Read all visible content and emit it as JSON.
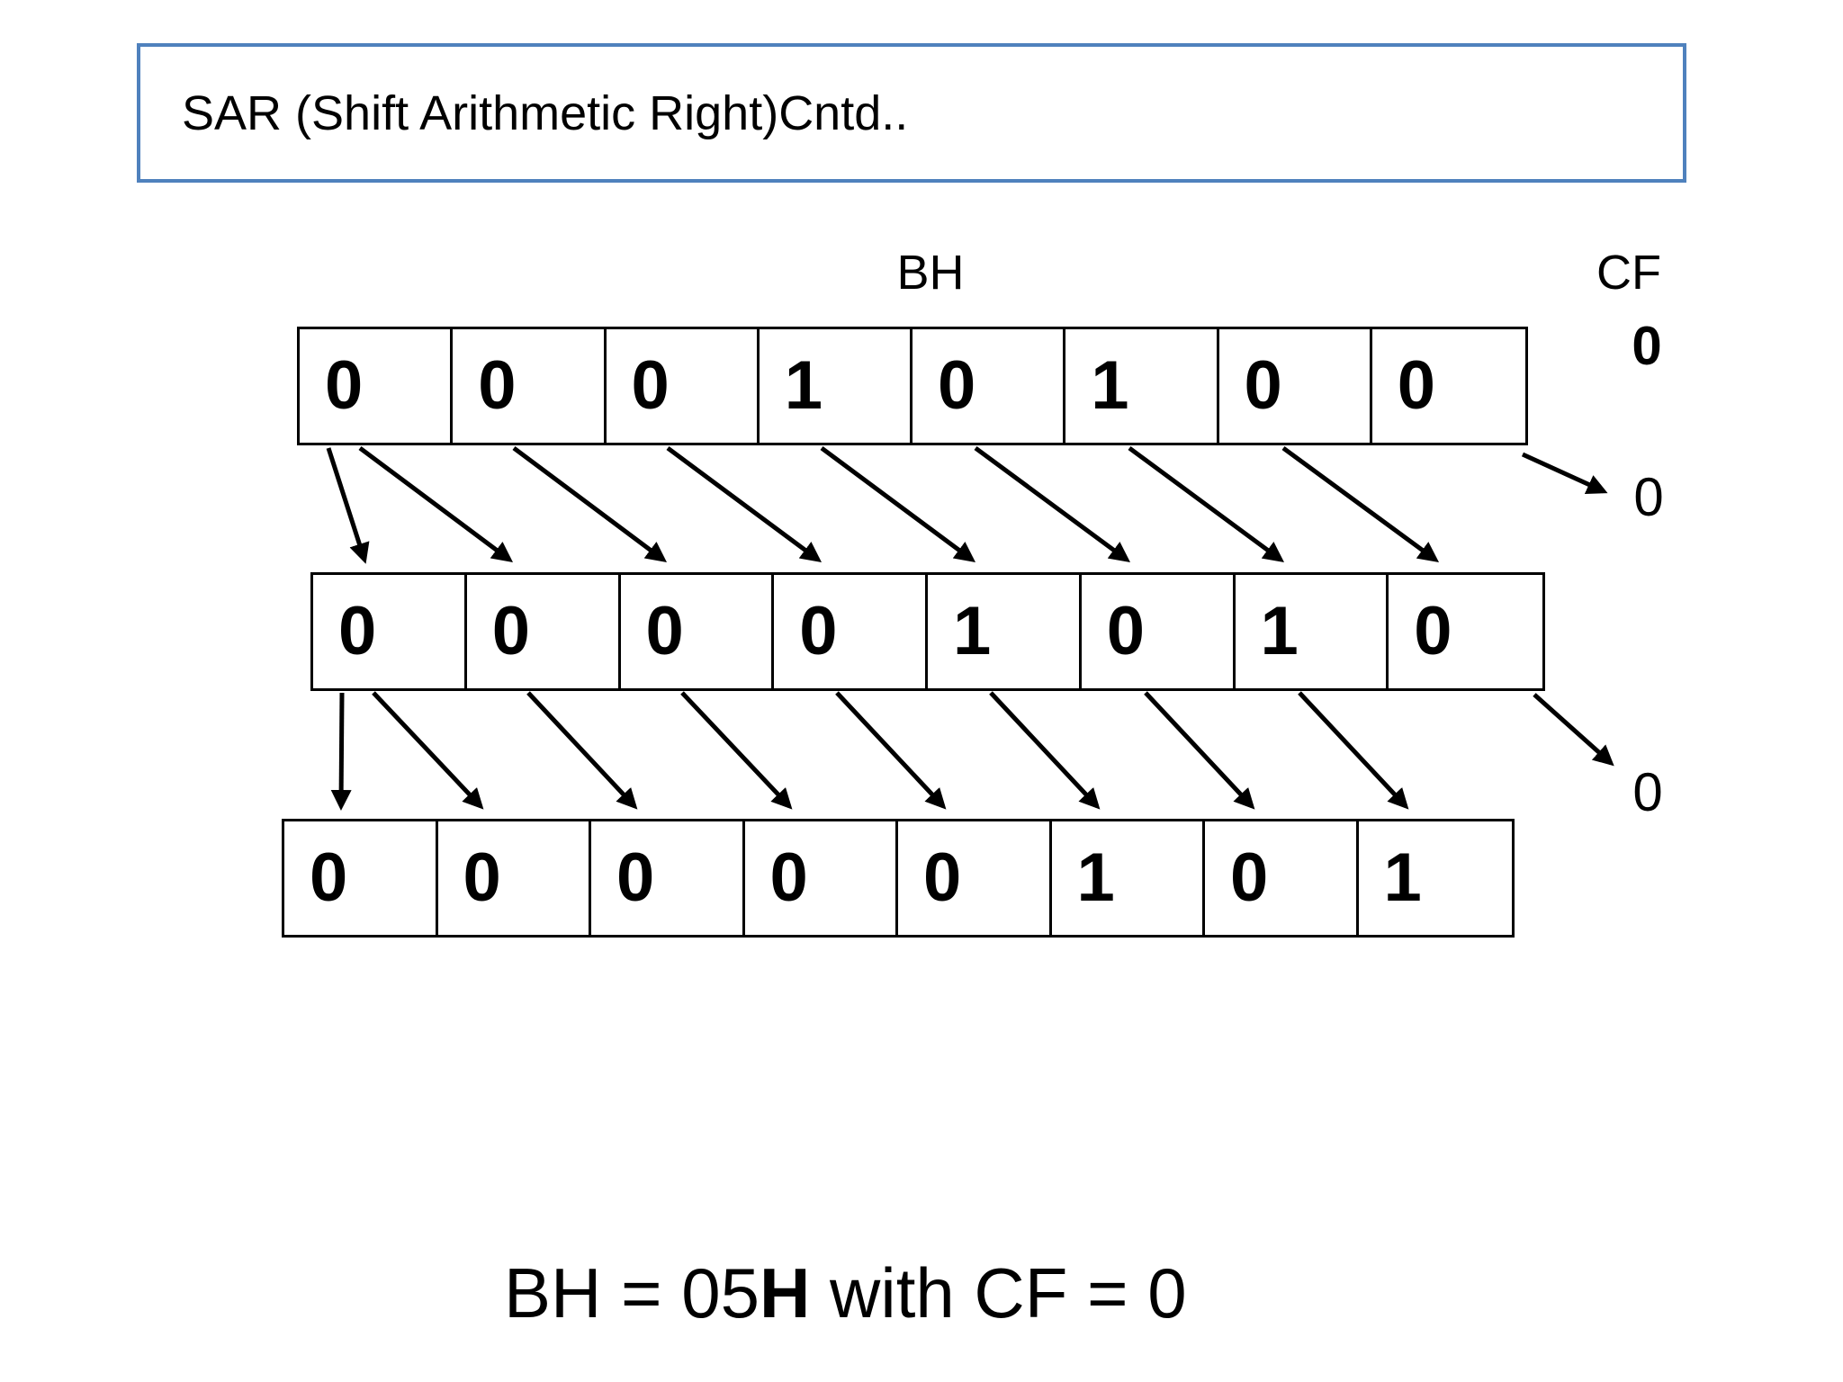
{
  "slide": {
    "title": "SAR (Shift Arithmetic Right)Cntd..",
    "register_label": "BH",
    "carry_label": "CF",
    "carry_initial": "0",
    "rows": [
      {
        "bits": [
          "0",
          "0",
          "0",
          "1",
          "0",
          "1",
          "0",
          "0"
        ]
      },
      {
        "bits": [
          "0",
          "0",
          "0",
          "0",
          "1",
          "0",
          "1",
          "0"
        ]
      },
      {
        "bits": [
          "0",
          "0",
          "0",
          "0",
          "0",
          "1",
          "0",
          "1"
        ]
      }
    ],
    "carry_outs": [
      "0",
      "0"
    ],
    "caption": {
      "pre": "BH = 05",
      "bold": "H",
      "post": " with CF = 0"
    }
  },
  "colors": {
    "title_border": "#4f81bd",
    "ink": "#000000"
  }
}
